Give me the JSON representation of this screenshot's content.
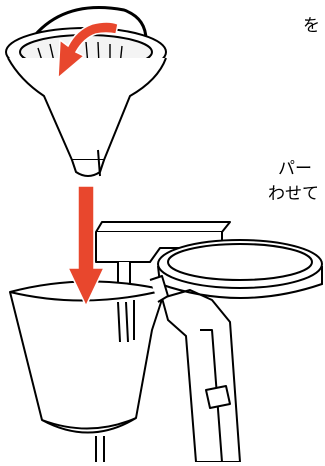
{
  "captions": {
    "top_right": "を",
    "middle_line1": "パー",
    "middle_line2": "わせて"
  },
  "illustration": {
    "subject": "coffee-maker-filter-holder-assembly",
    "arrow_color": "#e8472d",
    "line_color": "#000000",
    "fill_color": "#ffffff"
  }
}
